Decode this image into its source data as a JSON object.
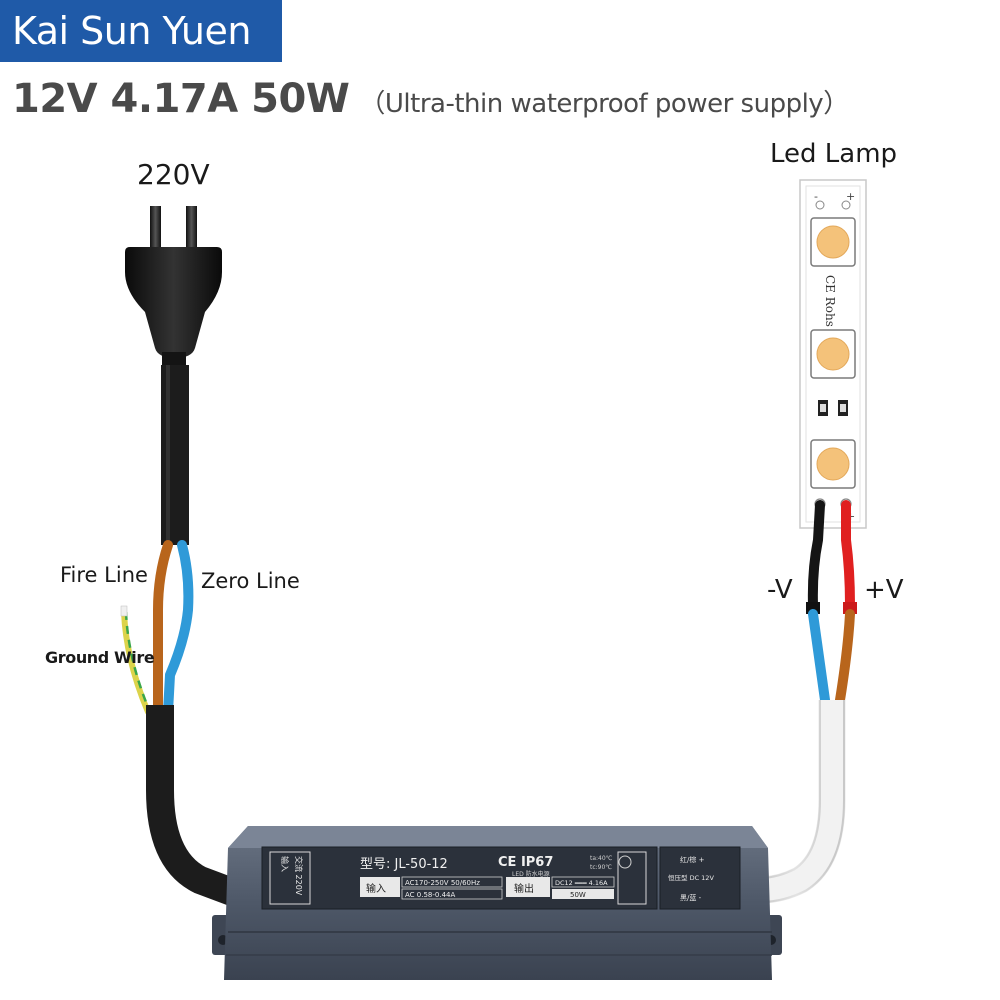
{
  "brand": {
    "name": "Kai Sun Yuen",
    "color": "#1f5aa8"
  },
  "headline": {
    "spec": "12V 4.17A 50W",
    "description": "（Ultra-thin waterproof power supply）"
  },
  "labels": {
    "voltage_in": "220V",
    "led_lamp": "Led Lamp",
    "fire_line": "Fire Line",
    "zero_line": "Zero Line",
    "ground_wire": "Ground Wire",
    "negative": "-V",
    "positive": "+V"
  },
  "strip": {
    "marking": "CE Rohs",
    "minus": "-",
    "plus": "+"
  },
  "power_supply": {
    "model": "型号: JL-50-12",
    "cert": "CE IP67",
    "led_note": "LED 防水电源",
    "input_label": "输入",
    "input_spec": "AC170-250V 50/60Hz",
    "input_current": "AC 0.58-0.44A",
    "output_label": "输出",
    "output_spec": "DC12 ═══ 4.16A",
    "power": "50W",
    "temp_a": "ta:40℃",
    "temp_b": "tc:90℃",
    "side_left": "交流 220V",
    "side_left_sub": "输入",
    "side_right": "红/棕 +",
    "side_right_sub": "恒压型 DC 12V",
    "bottom_right": "黑/蓝 -"
  },
  "colors": {
    "fire": "#b8651c",
    "zero": "#2f9ad8",
    "ground_yellow": "#dcd34a",
    "ground_green": "#3aa64a",
    "positive_wire": "#e02020",
    "negative_wire": "#151515",
    "cable_black": "#1c1c1c",
    "cable_white": "#ececec",
    "psu_body": "#4e5868",
    "led": "#f4c27a"
  }
}
